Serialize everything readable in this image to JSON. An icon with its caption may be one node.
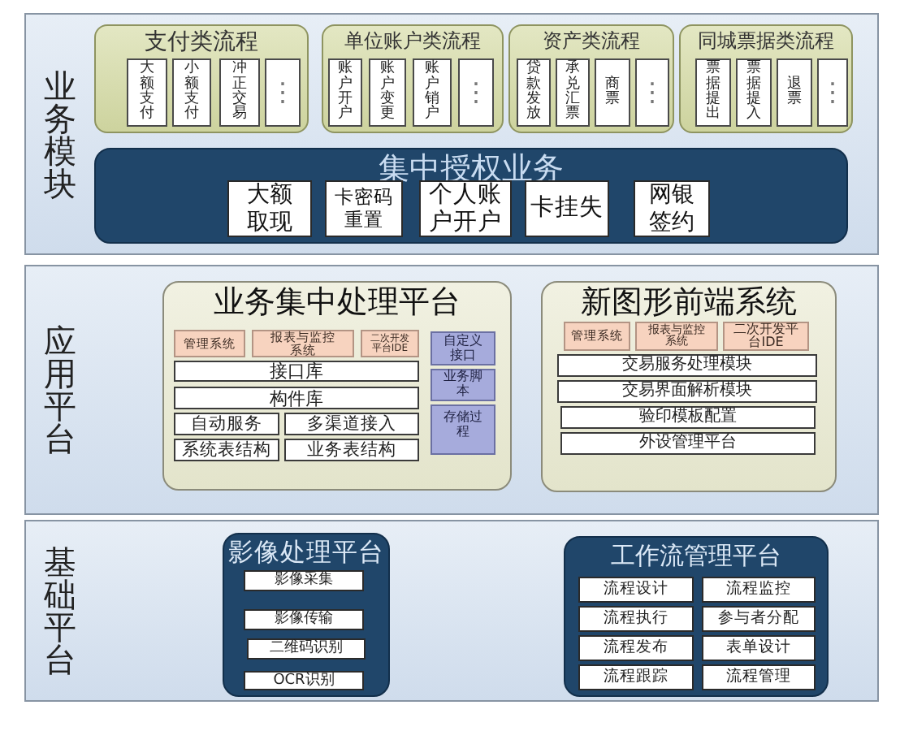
{
  "diagram": {
    "nodes": [
      {
        "text": [
          "业务模块"
        ]
      },
      {
        "text": [
          "支付类流程"
        ],
        "in": 0
      },
      {
        "text": [
          "大额支付"
        ],
        "in": 1
      },
      {
        "text": [
          "小额支付"
        ],
        "in": 1
      },
      {
        "text": [
          "冲正交易"
        ],
        "in": 1
      },
      {
        "text": [
          "⋮"
        ],
        "in": 1
      },
      {
        "text": [
          "单位账户类流程"
        ],
        "in": 0
      },
      {
        "text": [
          "账户开户"
        ],
        "in": 6
      },
      {
        "text": [
          "账户变更"
        ],
        "in": 6
      },
      {
        "text": [
          "账户销户"
        ],
        "in": 6
      },
      {
        "text": [
          "⋮"
        ],
        "in": 6
      },
      {
        "text": [
          "资产类流程"
        ],
        "in": 0
      },
      {
        "text": [
          "贷款发放"
        ],
        "in": 11
      },
      {
        "text": [
          "承兑汇票"
        ],
        "in": 11
      },
      {
        "text": [
          "商票"
        ],
        "in": 11
      },
      {
        "text": [
          "⋮"
        ],
        "in": 11
      },
      {
        "text": [
          "同城票据类流程"
        ],
        "in": 0
      },
      {
        "text": [
          "票据提出"
        ],
        "in": 16
      },
      {
        "text": [
          "票据提入"
        ],
        "in": 16
      },
      {
        "text": [
          "退票"
        ],
        "in": 16
      },
      {
        "text": [
          "⋮"
        ],
        "in": 16
      },
      {
        "text": [
          "集中授权业务"
        ],
        "in": 0
      },
      {
        "text": [
          "大额取现"
        ],
        "in": 21
      },
      {
        "text": [
          "卡密码重置"
        ],
        "in": 21
      },
      {
        "text": [
          "个人账户开户"
        ],
        "in": 21
      },
      {
        "text": [
          "卡挂失"
        ],
        "in": 21
      },
      {
        "text": [
          "网银签约"
        ],
        "in": 21
      },
      {
        "text": [
          "应用平台"
        ]
      },
      {
        "text": [
          "业务集中处理平台"
        ],
        "in": 27
      },
      {
        "text": [
          "管理系统"
        ],
        "in": 28
      },
      {
        "text": [
          "报表与监控系统"
        ],
        "in": 28
      },
      {
        "text": [
          "二次开发平台IDE"
        ],
        "in": 28
      },
      {
        "text": [
          "接口库"
        ],
        "in": 28
      },
      {
        "text": [
          "构件库"
        ],
        "in": 28
      },
      {
        "text": [
          "自动服务"
        ],
        "in": 28
      },
      {
        "text": [
          "多渠道接入"
        ],
        "in": 28
      },
      {
        "text": [
          "系统表结构"
        ],
        "in": 28
      },
      {
        "text": [
          "业务表结构"
        ],
        "in": 28
      },
      {
        "text": [
          "自定义接口"
        ],
        "in": 28
      },
      {
        "text": [
          "业务脚本"
        ],
        "in": 28
      },
      {
        "text": [
          "存储过程"
        ],
        "in": 28
      },
      {
        "text": [
          "新图形前端系统"
        ],
        "in": 27
      },
      {
        "text": [
          "管理系统"
        ],
        "in": 41
      },
      {
        "text": [
          "报表与监控系统"
        ],
        "in": 41
      },
      {
        "text": [
          "二次开发平台IDE"
        ],
        "in": 41
      },
      {
        "text": [
          "交易服务处理模块"
        ],
        "in": 41
      },
      {
        "text": [
          "交易界面解析模块"
        ],
        "in": 41
      },
      {
        "text": [
          "验印模板配置"
        ],
        "in": 41
      },
      {
        "text": [
          "外设管理平台"
        ],
        "in": 41
      },
      {
        "text": [
          "基础平台"
        ]
      },
      {
        "text": [
          "影像处理平台"
        ],
        "in": 49
      },
      {
        "text": [
          "影像采集"
        ],
        "in": 50
      },
      {
        "text": [
          "影像传输"
        ],
        "in": 50
      },
      {
        "text": [
          "二维码识别"
        ],
        "in": 50
      },
      {
        "text": [
          "OCR识别"
        ],
        "in": 50
      },
      {
        "text": [
          "工作流管理平台"
        ],
        "in": 49
      },
      {
        "text": [
          "流程设计"
        ],
        "in": 55
      },
      {
        "text": [
          "流程监控"
        ],
        "in": 55
      },
      {
        "text": [
          "流程执行"
        ],
        "in": 55
      },
      {
        "text": [
          "参与者分配"
        ],
        "in": 55
      },
      {
        "text": [
          "流程发布"
        ],
        "in": 55
      },
      {
        "text": [
          "表单设计"
        ],
        "in": 55
      },
      {
        "text": [
          "流程跟踪"
        ],
        "in": 55
      },
      {
        "text": [
          "流程管理"
        ],
        "in": 55
      }
    ]
  }
}
